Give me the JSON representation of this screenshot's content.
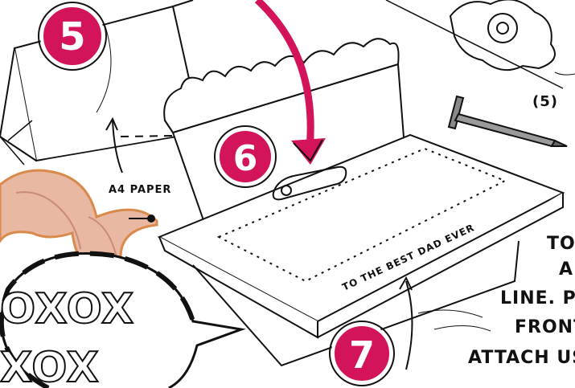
{
  "colors": {
    "badge": "#d4145a",
    "ink": "#111111",
    "paper": "#ffffff",
    "shaving": "#e8b9a4",
    "shavingEdge": "#d98a4a",
    "nail": "#555555"
  },
  "steps": {
    "five": "5",
    "six": "6",
    "seven": "7"
  },
  "labels": {
    "a4_paper": "A4 PAPER",
    "card_text": "TO THE BEST DAD EVER",
    "step5_ref": "(5)",
    "right_text_1": "TO",
    "right_text_2": "AL",
    "right_text_3": "LINE. P",
    "right_text_4": "FRONT",
    "right_text_5": "ATTACH US",
    "xoxo_1": "OXOX",
    "xoxo_2": "XOX"
  },
  "icons": {
    "arrow": "curved-arrow-icon",
    "nail": "nail-icon",
    "safety_pin": "safety-pin-icon",
    "gear": "gear-icon",
    "shaving": "pencil-shaving-icon"
  }
}
